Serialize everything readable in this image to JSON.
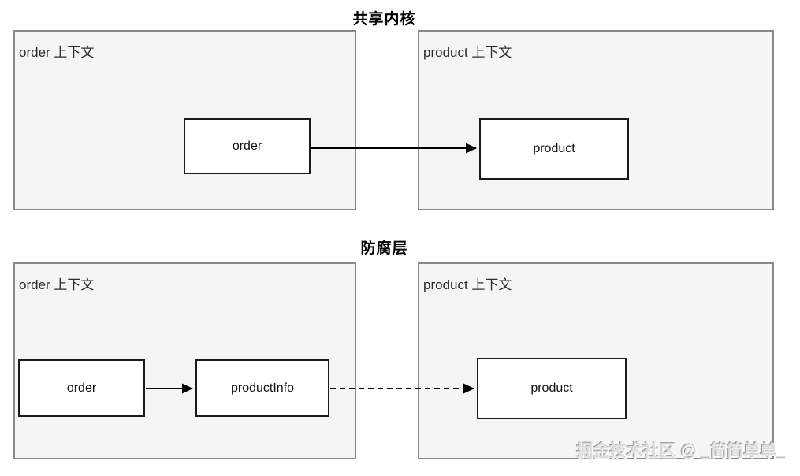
{
  "diagram": {
    "sections": {
      "shared_kernel": {
        "title": "共享内核",
        "order_context_label": "order 上下文",
        "product_context_label": "product 上下文",
        "order_node": "order",
        "product_node": "product"
      },
      "anti_corruption": {
        "title": "防腐层",
        "order_context_label": "order 上下文",
        "product_context_label": "product 上下文",
        "order_node": "order",
        "product_info_node": "productInfo",
        "product_node": "product"
      }
    },
    "watermark": "掘金技术社区 @ _简简单单_",
    "colors": {
      "container_border": "#8a8a8a",
      "container_fill": "#f5f5f5",
      "node_border": "#1a1a1a",
      "node_fill": "#ffffff",
      "arrow": "#000000",
      "title_text": "#000000"
    }
  }
}
